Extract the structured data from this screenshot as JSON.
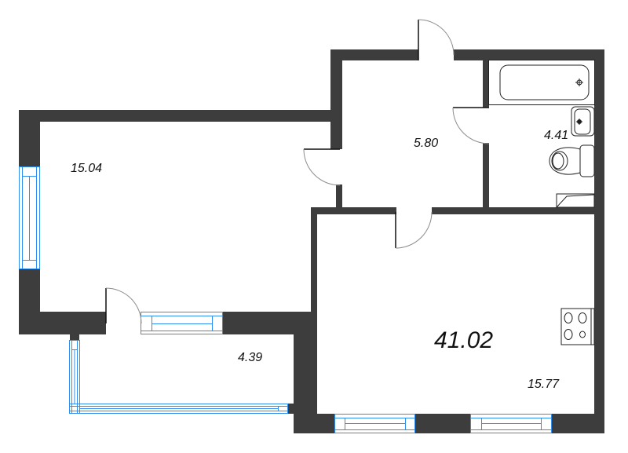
{
  "plan": {
    "total_area": "41.02",
    "area_labels": [
      {
        "value": "15.04"
      },
      {
        "value": "5.80"
      },
      {
        "value": "4.41"
      },
      {
        "value": "15.77"
      },
      {
        "value": "4.39"
      }
    ]
  },
  "colors": {
    "background": "#ffffff",
    "wall": "#3d3d3d",
    "window": "#2f8ff0",
    "door_leaf": "#111111",
    "door_arc": "#8c8c8c",
    "fixture": "#222222",
    "label": "#111111"
  }
}
